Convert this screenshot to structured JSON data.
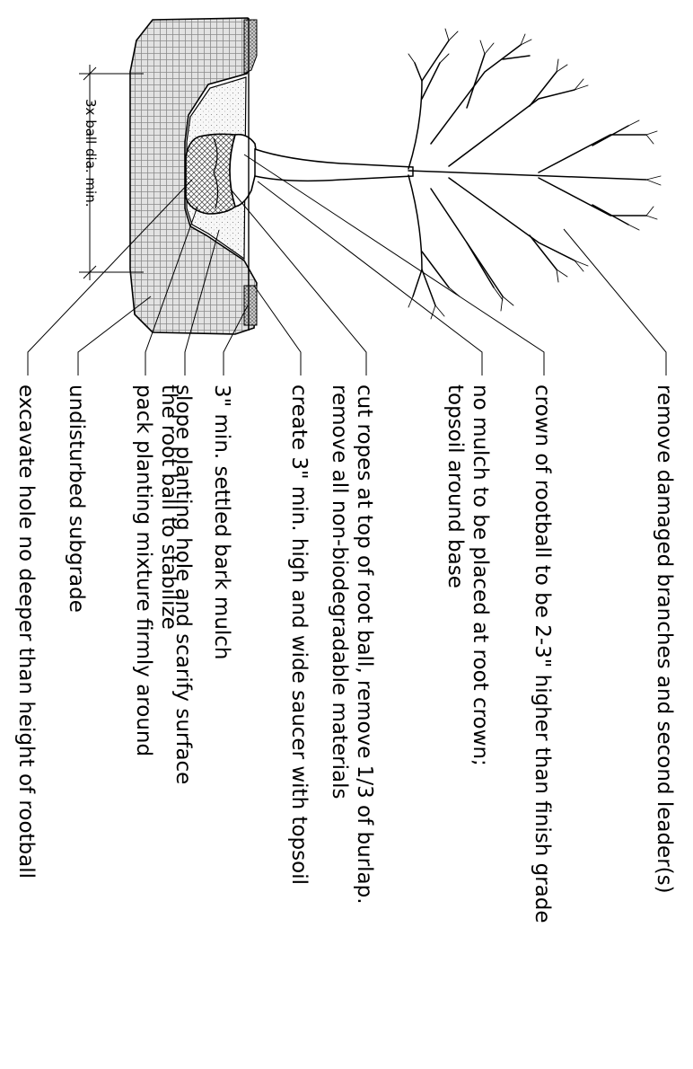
{
  "dimension": {
    "label": "3x ball dia. min."
  },
  "notes": [
    {
      "id": "branches",
      "lines": [
        "remove damaged branches and second leader(s)"
      ]
    },
    {
      "id": "crown-height",
      "lines": [
        "crown of rootball to be 2-3\" higher than finish grade"
      ]
    },
    {
      "id": "no-mulch",
      "lines": [
        "no mulch to be placed at root crown;",
        "topsoil around base"
      ]
    },
    {
      "id": "ropes",
      "lines": [
        "cut ropes at top of root ball, remove 1/3 of burlap.",
        "remove all non-biodegradable materials"
      ]
    },
    {
      "id": "saucer",
      "lines": [
        "create 3\" min. high and wide saucer with topsoil"
      ]
    },
    {
      "id": "bark-mulch",
      "lines": [
        "3\" min. settled bark mulch"
      ]
    },
    {
      "id": "slope-hole",
      "lines": [
        "slope planting hole and scarify surface"
      ]
    },
    {
      "id": "pack-mixture",
      "lines": [
        "pack planting mixture firmly around",
        "the root ball to stabilize"
      ]
    },
    {
      "id": "subgrade",
      "lines": [
        "undisturbed subgrade"
      ]
    },
    {
      "id": "excavate",
      "lines": [
        "excavate hole no deeper than height of rootball"
      ]
    }
  ]
}
